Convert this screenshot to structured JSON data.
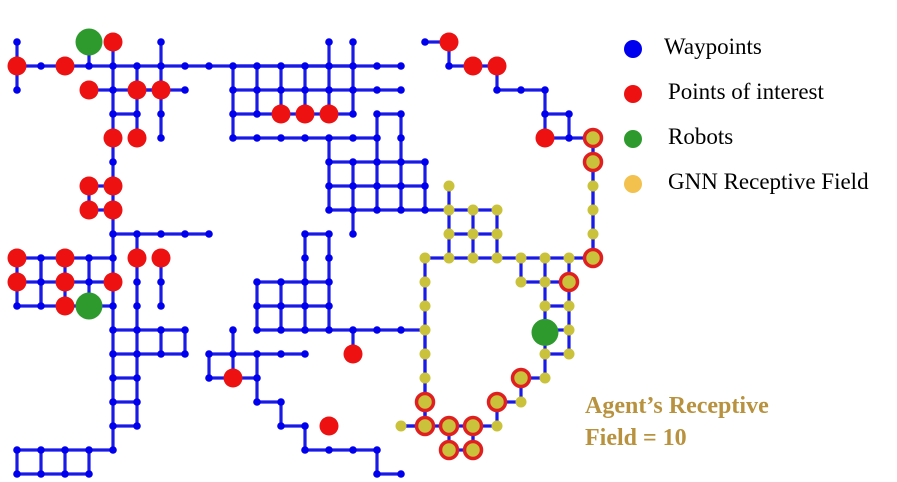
{
  "legend": [
    {
      "label": "Waypoints",
      "color": "#0000ee"
    },
    {
      "label": "Points of interest",
      "color": "#ee1111"
    },
    {
      "label": "Robots",
      "color": "#2e9a2e"
    },
    {
      "label": "GNN Receptive Field",
      "color": "#f2c14e"
    }
  ],
  "annotation": {
    "line1": "Agent’s Receptive",
    "line2": "Field = 10"
  },
  "colors": {
    "edge": "#1a1ae6",
    "waypoint": "#0000ee",
    "poi": "#ee1111",
    "robot": "#2e9a2e",
    "receptive": "#c9c23a",
    "receptive_ring": "#e02020",
    "annotation_text": "#b8923e"
  }
}
